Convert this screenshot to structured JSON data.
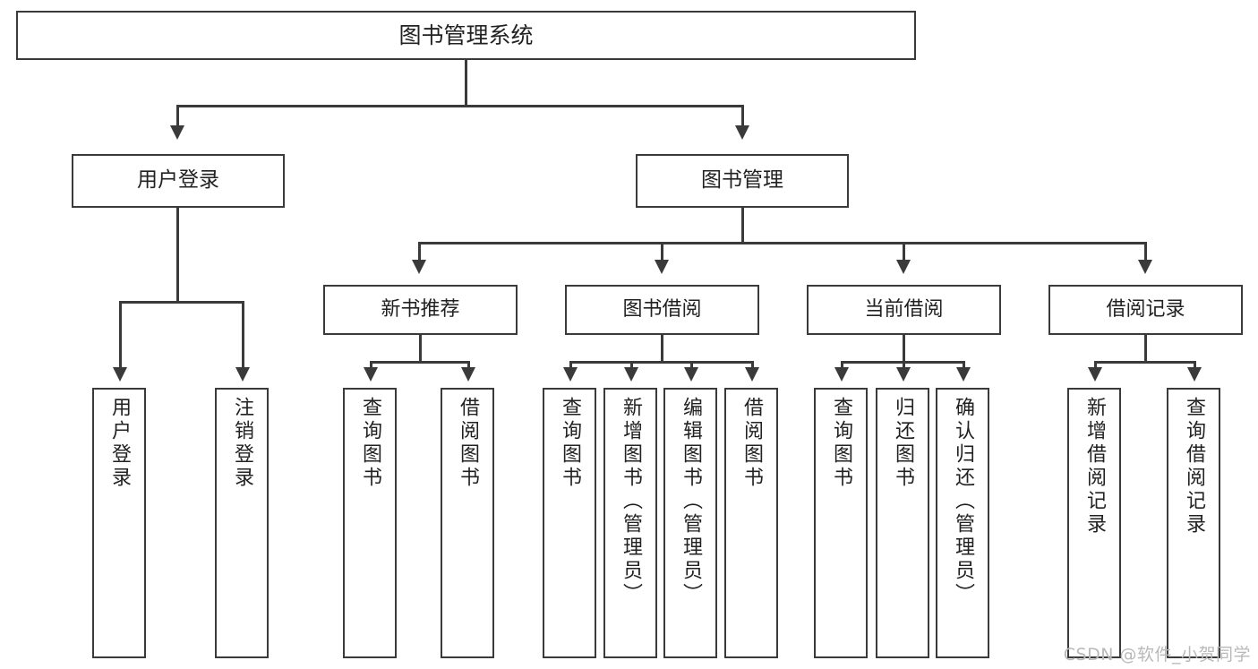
{
  "diagram": {
    "title": "图书管理系统",
    "type": "tree",
    "orientation": "top-down",
    "levels": 4,
    "root": {
      "label": "图书管理系统"
    },
    "level2": [
      {
        "label": "用户登录"
      },
      {
        "label": "图书管理"
      }
    ],
    "level3": [
      {
        "label": "新书推荐"
      },
      {
        "label": "图书借阅"
      },
      {
        "label": "当前借阅"
      },
      {
        "label": "借阅记录"
      }
    ],
    "leaves": {
      "user_login": [
        {
          "label": "用户登录"
        },
        {
          "label": "注销登录"
        }
      ],
      "new_book_recommend": [
        {
          "label": "查询图书"
        },
        {
          "label": "借阅图书"
        }
      ],
      "book_borrow": [
        {
          "label": "查询图书"
        },
        {
          "label": "新增图书（管理员）"
        },
        {
          "label": "编辑图书（管理员）"
        },
        {
          "label": "借阅图书"
        }
      ],
      "current_borrow": [
        {
          "label": "查询图书"
        },
        {
          "label": "归还图书"
        },
        {
          "label": "确认归还（管理员）"
        }
      ],
      "borrow_record": [
        {
          "label": "新增借阅记录"
        },
        {
          "label": "查询借阅记录"
        }
      ]
    }
  },
  "colors": {
    "stroke": "#3a3a3a",
    "box_fill": "#ffffff",
    "text": "#222222",
    "watermark": "#b9b9b9",
    "background": "#ffffff"
  },
  "watermark": {
    "text": "CSDN @软件_小贺同学"
  }
}
